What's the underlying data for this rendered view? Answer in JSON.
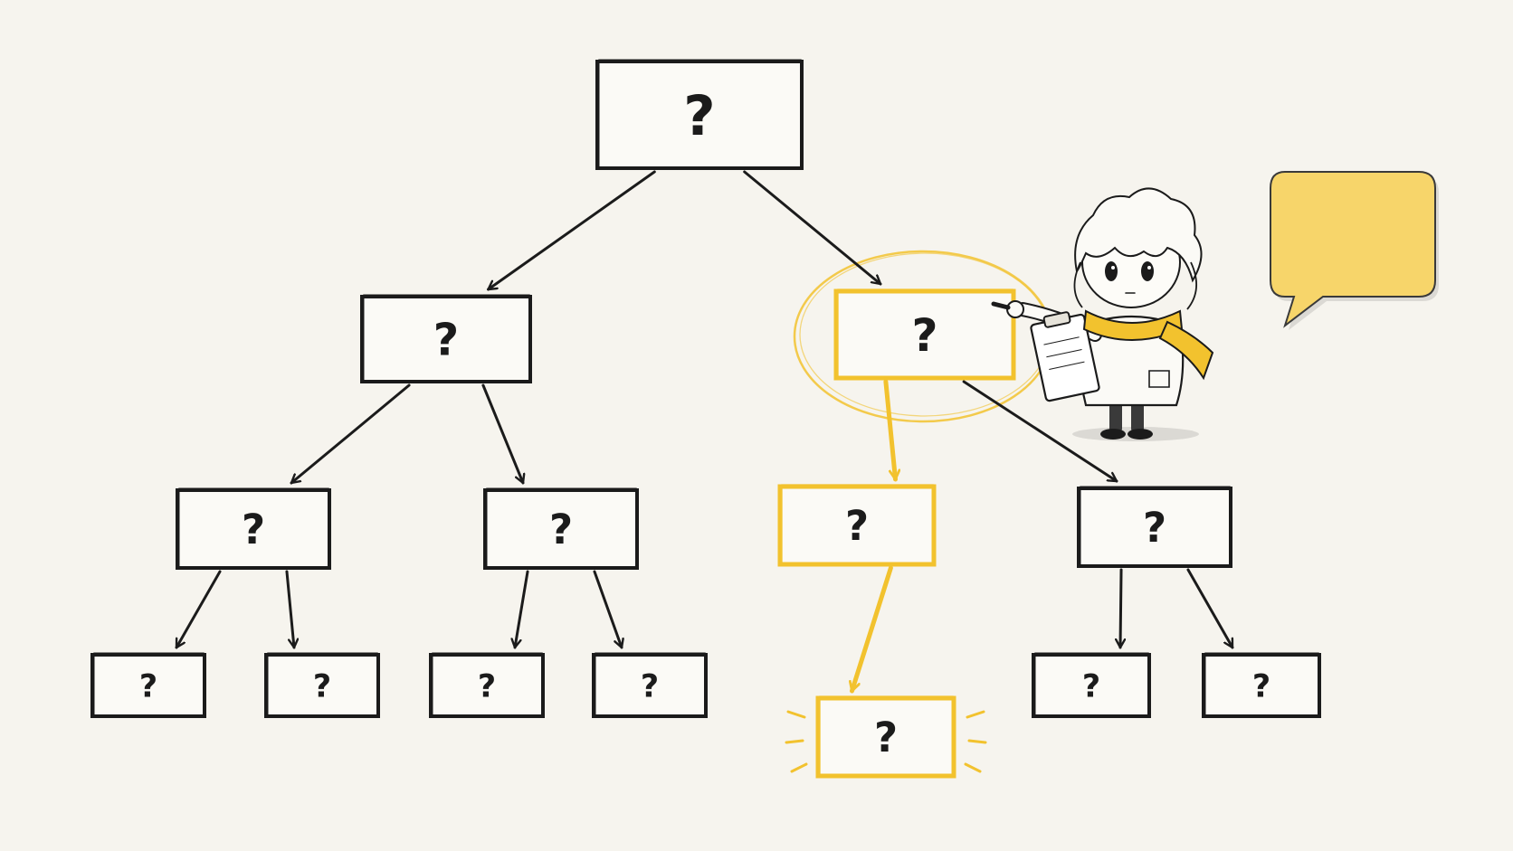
{
  "colors": {
    "background": "#f6f4ee",
    "ink": "#1b1b1b",
    "highlight": "#f2c22e",
    "bubble_fill": "#f7d56a",
    "bubble_stroke": "#3a3a3a"
  },
  "nodes": [
    {
      "id": "root",
      "label": "?",
      "highlight": false
    },
    {
      "id": "l1-left",
      "label": "?",
      "highlight": false
    },
    {
      "id": "l1-right",
      "label": "?",
      "highlight": true
    },
    {
      "id": "l2-a",
      "label": "?",
      "highlight": false
    },
    {
      "id": "l2-b",
      "label": "?",
      "highlight": false
    },
    {
      "id": "l2-c",
      "label": "?",
      "highlight": true
    },
    {
      "id": "l2-d",
      "label": "?",
      "highlight": false
    },
    {
      "id": "leaf-1",
      "label": "?",
      "highlight": false
    },
    {
      "id": "leaf-2",
      "label": "?",
      "highlight": false
    },
    {
      "id": "leaf-3",
      "label": "?",
      "highlight": false
    },
    {
      "id": "leaf-4",
      "label": "?",
      "highlight": false
    },
    {
      "id": "leaf-5",
      "label": "?",
      "highlight": true
    },
    {
      "id": "leaf-6",
      "label": "?",
      "highlight": false
    },
    {
      "id": "leaf-7",
      "label": "?",
      "highlight": false
    }
  ],
  "edges": [
    {
      "from": "root",
      "to": "l1-left",
      "highlight": false
    },
    {
      "from": "root",
      "to": "l1-right",
      "highlight": false
    },
    {
      "from": "l1-left",
      "to": "l2-a",
      "highlight": false
    },
    {
      "from": "l1-left",
      "to": "l2-b",
      "highlight": false
    },
    {
      "from": "l1-right",
      "to": "l2-c",
      "highlight": true
    },
    {
      "from": "l1-right",
      "to": "l2-d",
      "highlight": false
    },
    {
      "from": "l2-a",
      "to": "leaf-1",
      "highlight": false
    },
    {
      "from": "l2-a",
      "to": "leaf-2",
      "highlight": false
    },
    {
      "from": "l2-b",
      "to": "leaf-3",
      "highlight": false
    },
    {
      "from": "l2-b",
      "to": "leaf-4",
      "highlight": false
    },
    {
      "from": "l2-c",
      "to": "leaf-5",
      "highlight": true
    },
    {
      "from": "l2-d",
      "to": "leaf-6",
      "highlight": false
    },
    {
      "from": "l2-d",
      "to": "leaf-7",
      "highlight": false
    }
  ],
  "callouts": {
    "circled_node": "l1-right",
    "glowing_node": "leaf-5",
    "character": "chibi-researcher-with-clipboard",
    "speech_bubble_text": ""
  }
}
